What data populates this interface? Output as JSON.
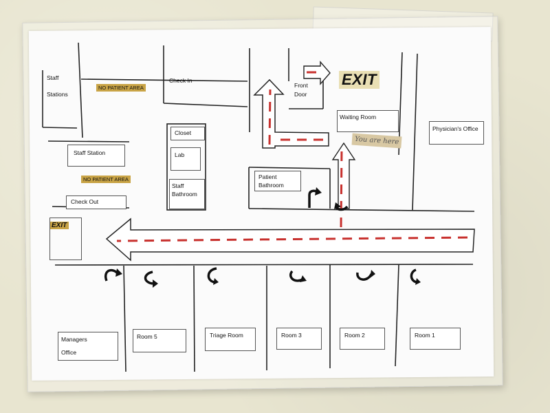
{
  "sign": {
    "exit_top": "EXIT",
    "exit_left": "EXIT",
    "you_are_here": "You are here"
  },
  "areas": {
    "staff_stations": "Staff",
    "staff_stations_2": "Stations",
    "no_patient_area_1": "NO PATIENT AREA",
    "check_in": "Check In",
    "front_door": "Front",
    "front_door_2": "Door",
    "waiting_room": "Waiting Room",
    "physicians_office": "Physician's Office",
    "staff_station": "Staff Station",
    "no_patient_area_2": "NO PATIENT AREA",
    "check_out": "Check Out",
    "closet": "Closet",
    "lab": "Lab",
    "staff_bathroom": "Staff",
    "staff_bathroom_2": "Bathroom",
    "patient_bathroom": "Patient",
    "patient_bathroom_2": "Bathroom"
  },
  "rooms": [
    {
      "label": "Managers",
      "label2": "Office"
    },
    {
      "label": "Room 5"
    },
    {
      "label": "Triage Room"
    },
    {
      "label": "Room 3"
    },
    {
      "label": "Room 2"
    },
    {
      "label": "Room 1"
    }
  ],
  "colors": {
    "route": "#c8312e",
    "tape": "#c9a446",
    "line": "#222222"
  }
}
